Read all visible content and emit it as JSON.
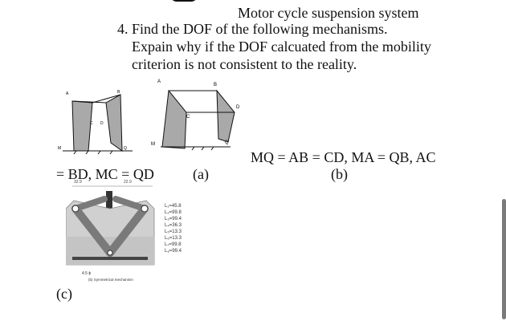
{
  "header": {
    "title": "Motor cycle suspension system"
  },
  "question": {
    "line1": "4. Find the DOF of the following mechanisms.",
    "line2": "Expain why if the DOF calcuated from the mobility",
    "line3": "criterion is not consistent to the reality."
  },
  "figures": {
    "a": {
      "caption": "(a)",
      "left_condition": "= BD, MC = QD",
      "labels": {
        "A": "A",
        "B": "B",
        "C": "C",
        "D": "D",
        "M": "M",
        "Q": "Q"
      }
    },
    "b": {
      "caption": "(b)",
      "condition": "MQ = AB = CD, MA = QB, AC",
      "labels": {
        "A": "A",
        "B": "B",
        "C": "C",
        "D": "D",
        "M": "M",
        "Q": "Q"
      }
    },
    "c": {
      "caption": "(c)",
      "dims_top": [
        "32.9",
        "22.9"
      ],
      "bottom_label": "(b) Symmetrical mechanism",
      "dim_bottom": "4.5 ϕ",
      "legend": [
        "L₁=45.8",
        "L₂=99.8",
        "L₃=99.4",
        "L₄=36.3",
        "L₅=13.3",
        "L₆=13.3",
        "L₇=99.8",
        "L₈=99.4"
      ]
    }
  },
  "colors": {
    "link_fill": "#a9a9a9",
    "ink": "#111111"
  }
}
